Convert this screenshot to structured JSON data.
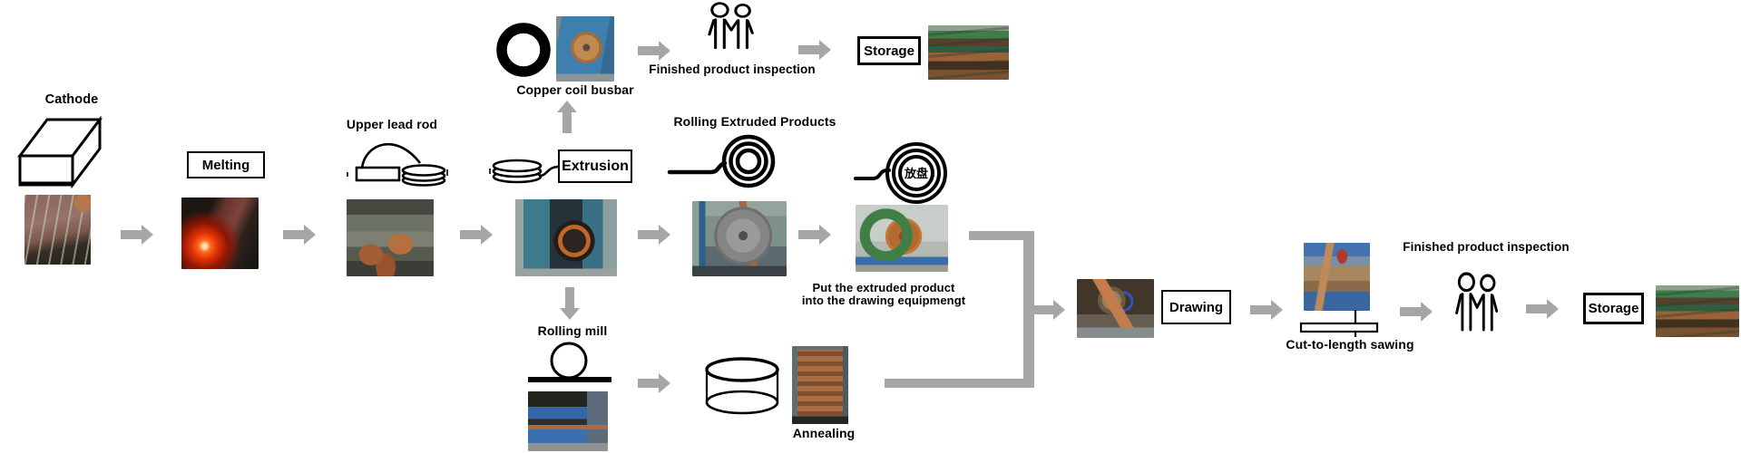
{
  "theme": {
    "arrow_color": "#a6a6a6",
    "line_color": "#000000",
    "background": "#ffffff",
    "label_color": "#000000"
  },
  "flow": {
    "cathode": "Cathode",
    "melting": "Melting",
    "upper_lead_rod": "Upper lead rod",
    "extrusion": "Extrusion",
    "copper_coil_busbar": "Copper coil busbar",
    "finished_inspection_top": "Finished product inspection",
    "storage_top": "Storage",
    "rolling_extruded_products": "Rolling Extruded Products",
    "payoff_reel": "放盘",
    "put_extruded_line1": "Put the extruded product",
    "put_extruded_line2": "into the drawing equipmengt",
    "rolling_mill": "Rolling mill",
    "annealing": "Annealing",
    "drawing": "Drawing",
    "cut_to_length_sawing": "Cut-to-length sawing",
    "finished_inspection_right": "Finished product inspection",
    "storage_right": "Storage"
  }
}
